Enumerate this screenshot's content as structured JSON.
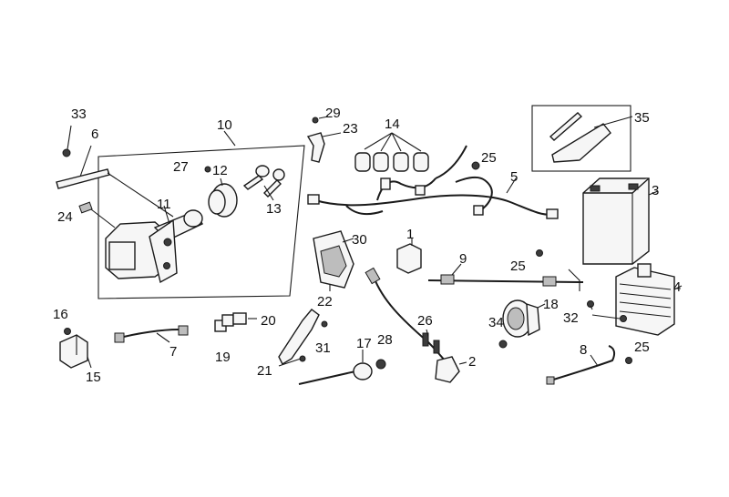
{
  "callouts": {
    "c1": "1",
    "c2": "2",
    "c3": "3",
    "c4": "4",
    "c5": "5",
    "c6": "6",
    "c7": "7",
    "c8": "8",
    "c9": "9",
    "c10": "10",
    "c11": "11",
    "c12": "12",
    "c13": "13",
    "c14": "14",
    "c15": "15",
    "c16": "16",
    "c17": "17",
    "c18": "18",
    "c19": "19",
    "c20": "20",
    "c21": "21",
    "c22": "22",
    "c23": "23",
    "c24": "24",
    "c25a": "25",
    "c25b": "25",
    "c25c": "25",
    "c26": "26",
    "c27": "27",
    "c28": "28",
    "c29": "29",
    "c30": "30",
    "c31": "31",
    "c32": "32",
    "c33": "33",
    "c34": "34",
    "c35": "35"
  },
  "colors": {
    "line": "#1a1a1a",
    "fill": "#f6f6f6",
    "dark": "#3c3c3c",
    "background": "#ffffff"
  }
}
